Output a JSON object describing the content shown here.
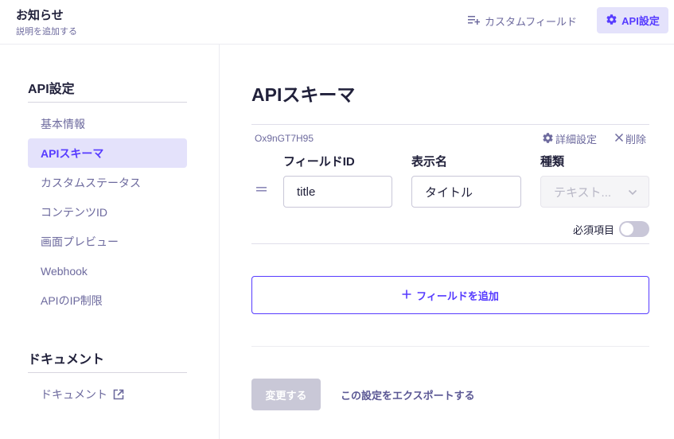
{
  "header": {
    "title": "お知らせ",
    "subtitle": "説明を追加する",
    "custom_field_label": "カスタムフィールド",
    "api_settings_label": "API設定"
  },
  "sidebar": {
    "section1_heading": "API設定",
    "items": [
      {
        "label": "基本情報",
        "active": false
      },
      {
        "label": "APIスキーマ",
        "active": true
      },
      {
        "label": "カスタムステータス",
        "active": false
      },
      {
        "label": "コンテンツID",
        "active": false
      },
      {
        "label": "画面プレビュー",
        "active": false
      },
      {
        "label": "Webhook",
        "active": false
      },
      {
        "label": "APIのIP制限",
        "active": false
      }
    ],
    "section2_heading": "ドキュメント",
    "doc_link_label": "ドキュメント"
  },
  "main": {
    "page_title": "APIスキーマ",
    "field": {
      "key": "Ox9nGT7H95",
      "detail_label": "詳細設定",
      "delete_label": "削除",
      "field_id_label": "フィールドID",
      "display_name_label": "表示名",
      "type_label": "種類",
      "field_id_value": "title",
      "display_name_value": "タイトル",
      "type_value": "テキスト...",
      "required_label": "必須項目",
      "required": false
    },
    "add_field_label": "フィールドを追加",
    "save_label": "変更する",
    "export_label": "この設定をエクスポートする"
  },
  "colors": {
    "accent": "#563bff",
    "accent_bg": "#e4e2fb",
    "muted_text": "#6d6a9e",
    "dark_text": "#21213b",
    "disabled_button": "#c9c8d7"
  }
}
